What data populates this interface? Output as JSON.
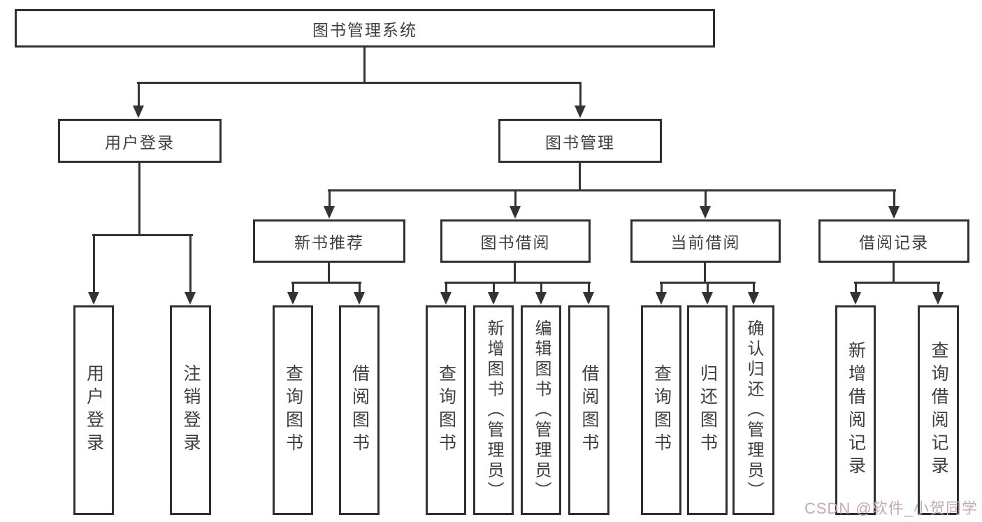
{
  "nodes": {
    "root": "图书管理系统",
    "level2": [
      "用户登录",
      "图书管理"
    ],
    "level3": [
      "新书推荐",
      "图书借阅",
      "当前借阅",
      "借阅记录"
    ],
    "leaves": [
      "用户登录",
      "注销登录",
      "查询图书",
      "借阅图书",
      "查询图书",
      "新增图书（管理员）",
      "编辑图书（管理员）",
      "借阅图书",
      "查询图书",
      "归还图书",
      "确认归还（管理员）",
      "新增借阅记录",
      "查询借阅记录"
    ]
  },
  "hierarchy": {
    "图书管理系统": {
      "用户登录": [
        "用户登录",
        "注销登录"
      ],
      "图书管理": {
        "新书推荐": [
          "查询图书",
          "借阅图书"
        ],
        "图书借阅": [
          "查询图书",
          "新增图书（管理员）",
          "编辑图书（管理员）",
          "借阅图书"
        ],
        "当前借阅": [
          "查询图书",
          "归还图书",
          "确认归还（管理员）"
        ],
        "借阅记录": [
          "新增借阅记录",
          "查询借阅记录"
        ]
      }
    }
  },
  "watermark": {
    "text": "CSDN @软件_小贺同学"
  },
  "colors": {
    "line": "#333333",
    "box_border": "#303030",
    "text": "#3c3e41",
    "box_background": "#ffffff",
    "watermark": "#c3abb0"
  }
}
